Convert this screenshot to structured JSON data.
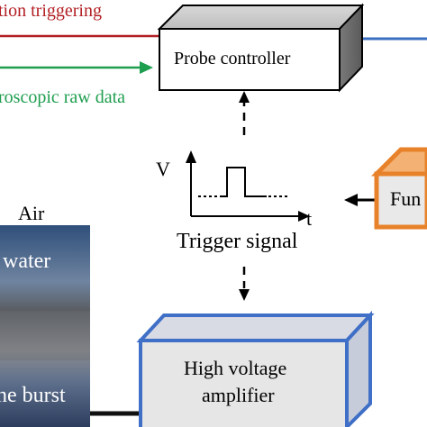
{
  "labels": {
    "triggering": "tion triggering",
    "raw_data": "roscopic raw data",
    "probe_controller": "Probe controller",
    "axis_v": "V",
    "axis_t": "t",
    "trigger_signal": "Trigger signal",
    "function_box": "Fun",
    "air": "Air",
    "water": "water",
    "burst": "ne burst",
    "amplifier_line1": "High voltage",
    "amplifier_line2": "amplifier"
  },
  "colors": {
    "trigger_line": "#b21f24",
    "raw_data_line": "#1e9e4f",
    "output_line": "#3b6fc2",
    "amplifier_frame": "#3f6fc6",
    "function_frame": "#e8822a",
    "arrow": "#000000"
  }
}
